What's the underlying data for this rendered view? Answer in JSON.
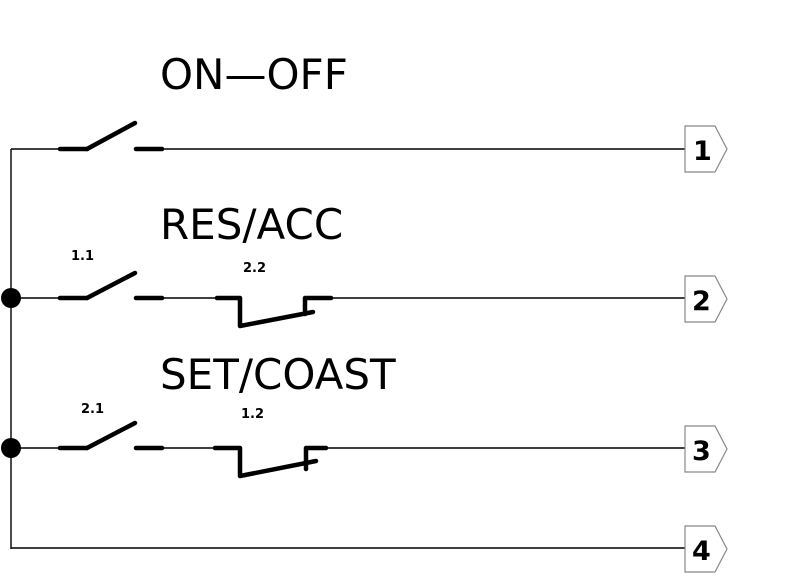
{
  "diagram": {
    "type": "switch-schematic",
    "background": "#ffffff",
    "line_color": "#000000",
    "switch_groups": [
      {
        "label": "ON-OFF",
        "contacts": [
          {
            "id": "",
            "type": "normally-open"
          }
        ],
        "terminal": "1"
      },
      {
        "label": "RES/ACC",
        "contacts": [
          {
            "id": "1.1",
            "type": "normally-open"
          },
          {
            "id": "2.2",
            "type": "normally-closed"
          }
        ],
        "terminal": "2"
      },
      {
        "label": "SET/COAST",
        "contacts": [
          {
            "id": "2.1",
            "type": "normally-open"
          },
          {
            "id": "1.2",
            "type": "normally-closed"
          }
        ],
        "terminal": "3"
      }
    ],
    "terminals": [
      "1",
      "2",
      "3",
      "4"
    ],
    "labels": {
      "on_off": "ON—OFF",
      "res_acc": "RES/ACC",
      "set_coast": "SET/COAST"
    },
    "contact_ids": {
      "res_no": "1.1",
      "res_nc": "2.2",
      "set_no": "2.1",
      "set_nc": "1.2"
    }
  }
}
